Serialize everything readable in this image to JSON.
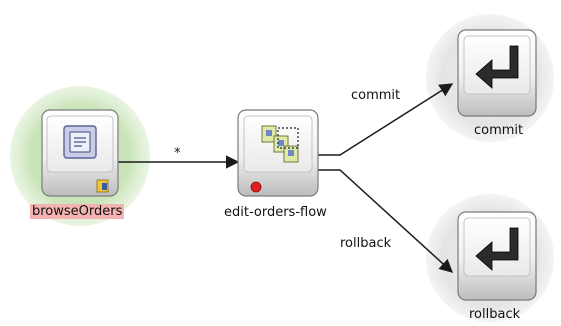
{
  "nodes": {
    "browse": {
      "label": "browseOrders",
      "kind": "view",
      "is_default": true
    },
    "flow": {
      "label": "edit-orders-flow",
      "kind": "task-flow-call"
    },
    "commit": {
      "label": "commit",
      "kind": "task-flow-return"
    },
    "rollback": {
      "label": "rollback",
      "kind": "task-flow-return"
    }
  },
  "edges": {
    "browse_to_flow": {
      "label": "*"
    },
    "flow_to_commit": {
      "label": "commit"
    },
    "flow_to_rollback": {
      "label": "rollback"
    }
  },
  "colors": {
    "default_activity_halo": "#cfe6bf",
    "default_label_bg": "#f4b2b2",
    "return_halo": "#e6e6e6",
    "node_border": "#7b7b7b",
    "node_fill": "#f2f2f2",
    "edge": "#1a1a1a"
  }
}
